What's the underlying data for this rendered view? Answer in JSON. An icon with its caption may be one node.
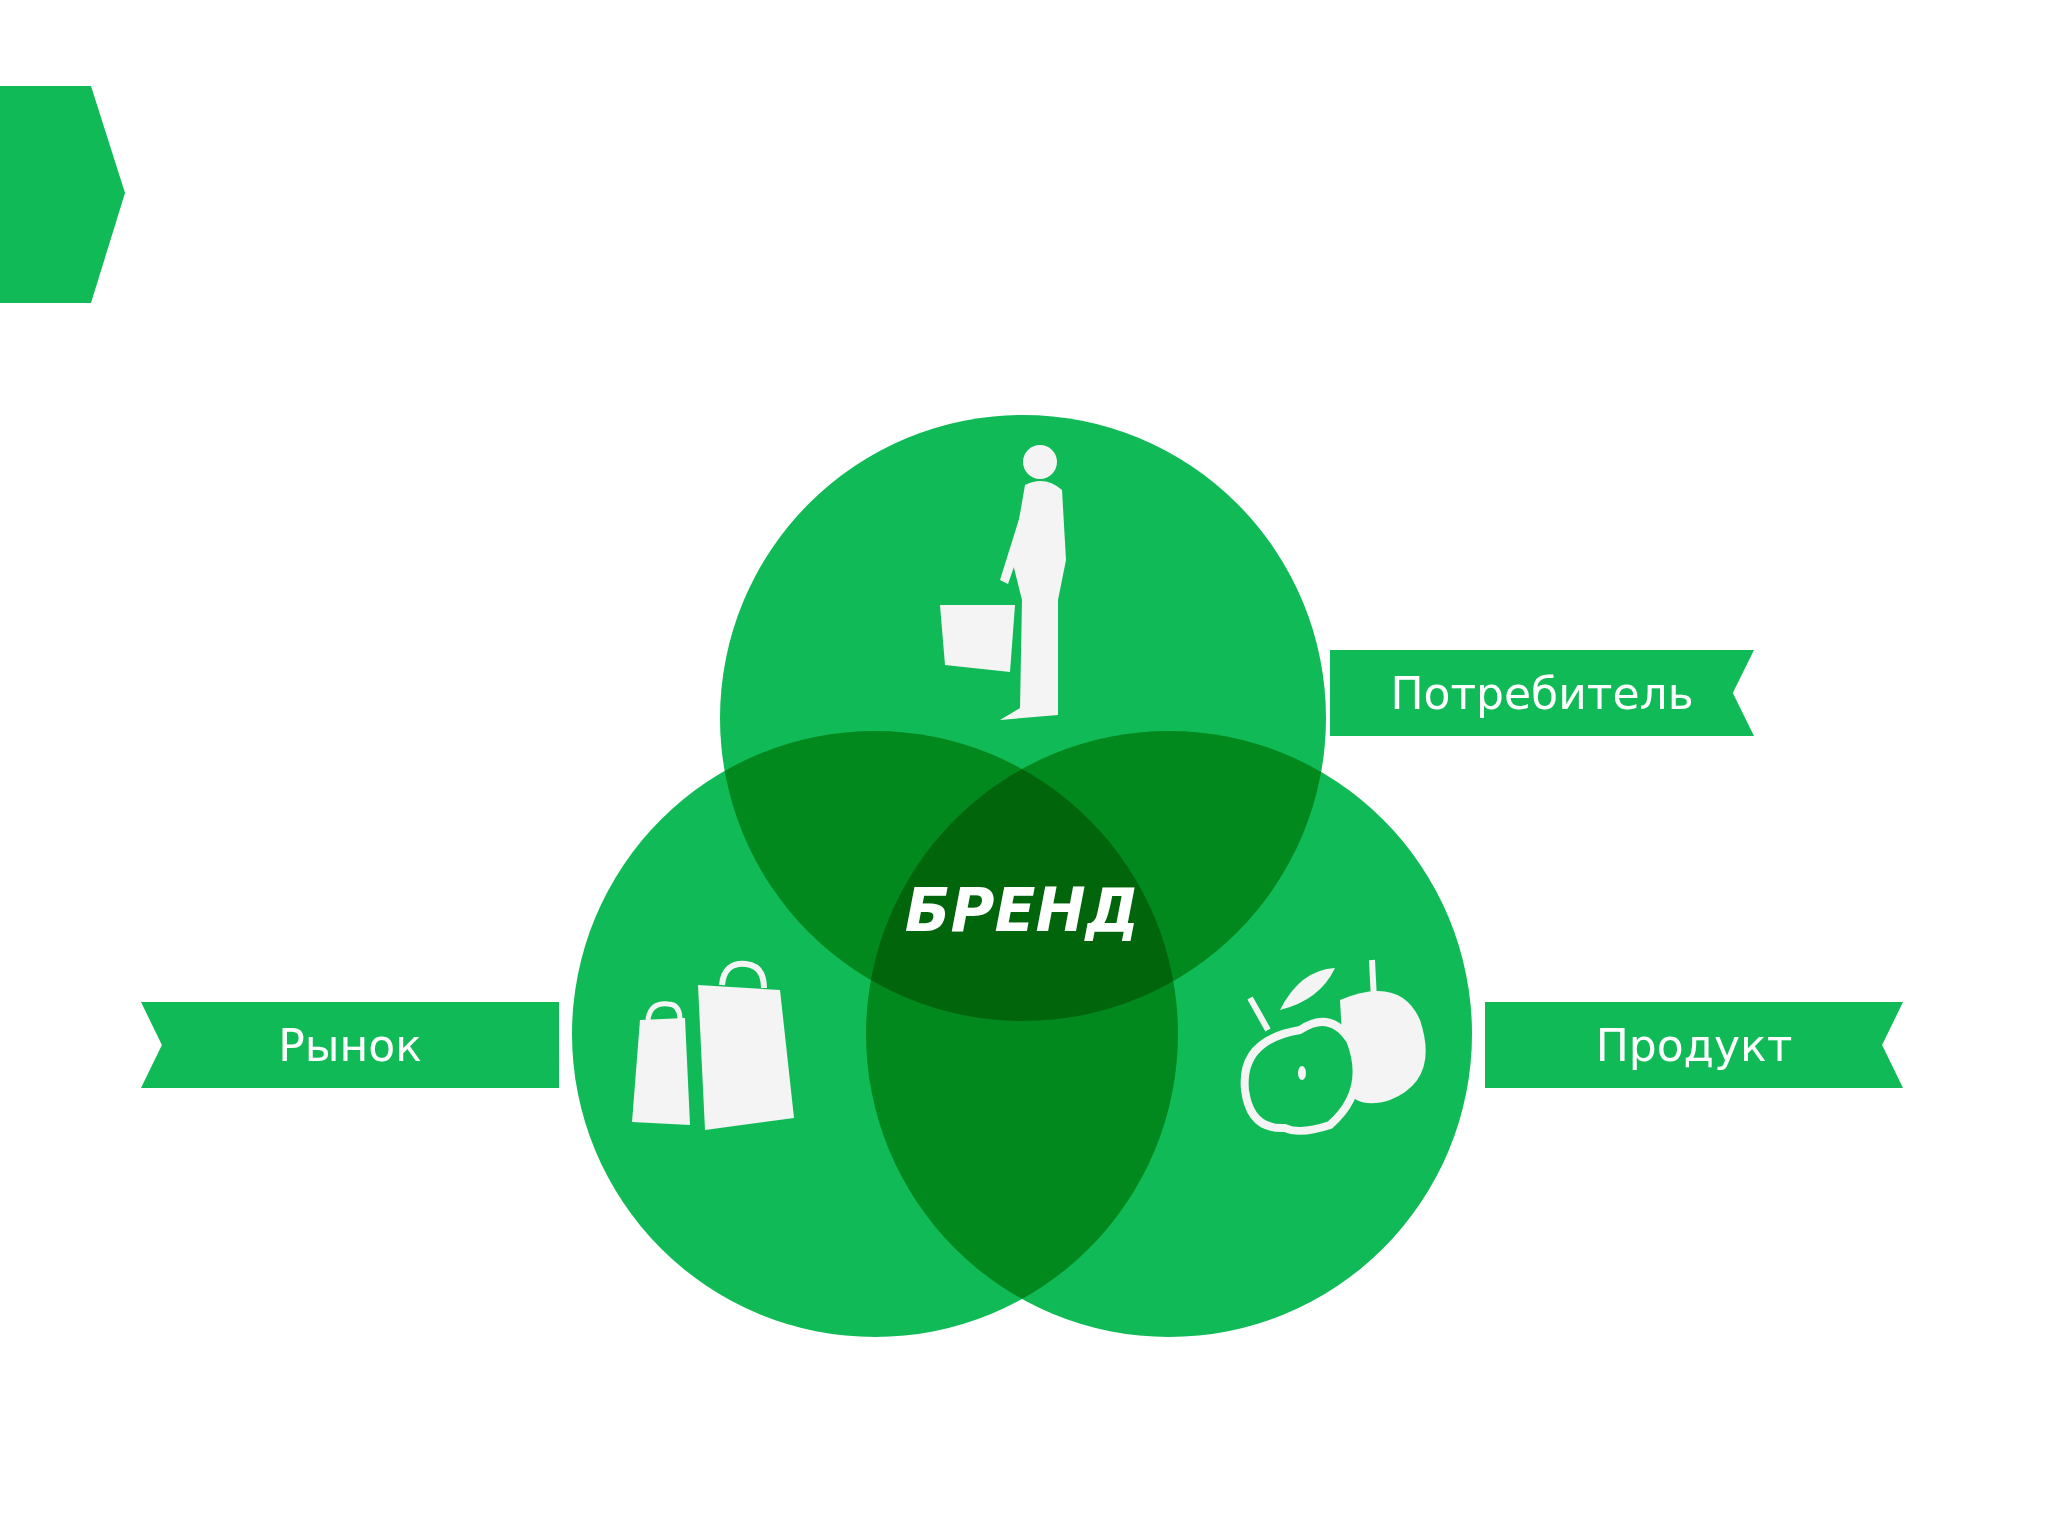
{
  "diagram": {
    "nodes": [
      {
        "text": [
          "Потребитель"
        ]
      },
      {
        "text": [
          "Рынок"
        ]
      },
      {
        "text": [
          "Продукт"
        ]
      }
    ],
    "labels": [
      "БРЕНД"
    ]
  }
}
